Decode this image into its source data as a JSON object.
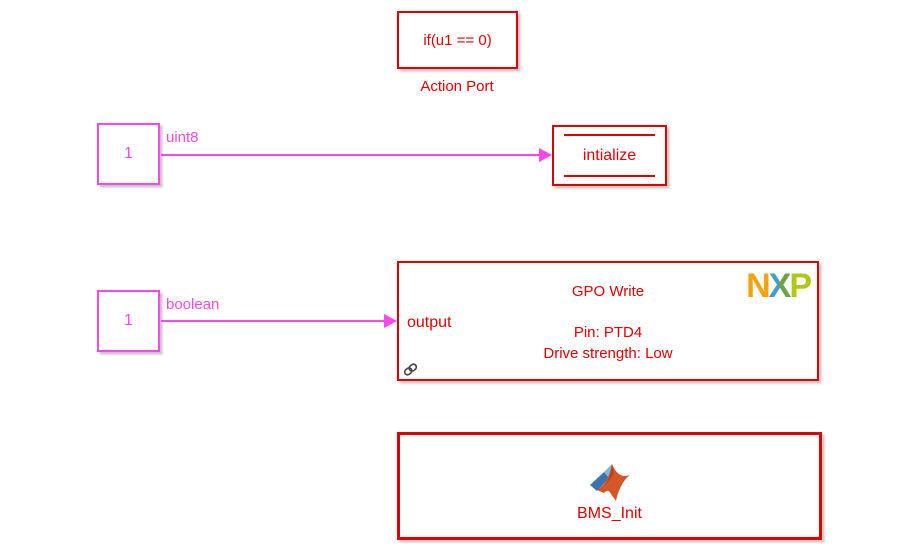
{
  "diagram": {
    "background": "#ffffff",
    "colors": {
      "block_red": "#e10000",
      "signal_magenta": "#f847ec",
      "nxp_n_orange": "#f6a30b",
      "nxp_x_teal": "#3e9fd0",
      "nxp_x_green": "#6fa53c",
      "nxp_p_lime": "#aeca14",
      "matlab_orange": "#d4572a",
      "matlab_blue": "#3a74ae"
    },
    "action_port": {
      "expression": "if(u1 == 0)",
      "label": "Action Port"
    },
    "inport_uint8": {
      "value": "1",
      "signal_label": "uint8"
    },
    "initialize_block": {
      "label": "intialize"
    },
    "inport_boolean": {
      "value": "1",
      "signal_label": "boolean"
    },
    "gpo_write": {
      "port_label": "output",
      "title": "GPO Write",
      "pin": "Pin: PTD4",
      "drive_strength": "Drive strength: Low",
      "vendor_logo_letters": [
        "N",
        "X",
        "P"
      ]
    },
    "bms_init": {
      "label": "BMS_Init"
    }
  }
}
